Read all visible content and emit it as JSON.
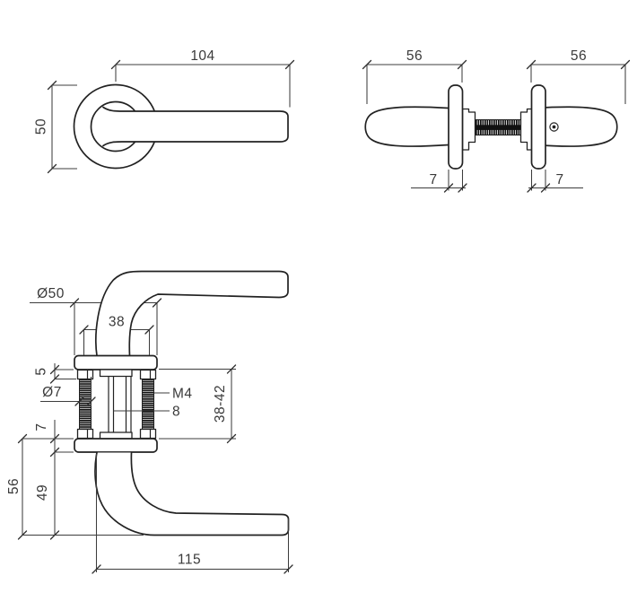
{
  "colors": {
    "background": "#ffffff",
    "line": "#222222",
    "dimension_line": "#3d3d3d",
    "text": "#3a3a3a"
  },
  "views": {
    "front": {
      "dim_length": "104",
      "dim_rose_height": "50"
    },
    "side": {
      "dim_left_projection": "56",
      "dim_right_projection": "56",
      "dim_left_rose_thickness": "7",
      "dim_right_rose_thickness": "7"
    },
    "section": {
      "dim_rose_diameter": "Ø50",
      "dim_hub_width": "38",
      "dim_nut_height": "5",
      "dim_screw_diameter": "Ø7",
      "dim_screw_thread": "M4",
      "dim_spindle_size": "8",
      "dim_adjust_range": "38-42",
      "dim_rose_thickness": "7",
      "dim_neck_height": "49",
      "dim_total_height": "56",
      "dim_grip_length": "115"
    }
  }
}
